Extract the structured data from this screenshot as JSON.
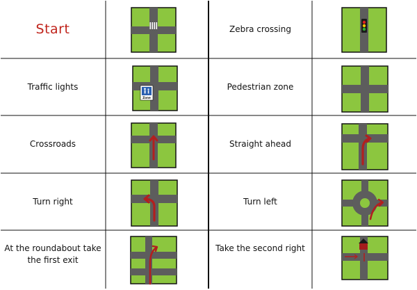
{
  "cards": [
    {
      "label": "Start",
      "icon": "road-crossing-with-zebra-stripes-icon"
    },
    {
      "label": "Zebra crossing",
      "icon": "road-with-traffic-light-icon"
    },
    {
      "label": "Traffic lights",
      "icon": "crossroads-with-pedestrian-zone-sign-icon",
      "sign_text": "Zone"
    },
    {
      "label": "Pedestrian zone",
      "icon": "crossroads-icon"
    },
    {
      "label": "Crossroads",
      "icon": "crossroads-straight-arrow-icon"
    },
    {
      "label": "Straight ahead",
      "icon": "crossroads-right-turn-arrow-icon"
    },
    {
      "label": "Turn right",
      "icon": "crossroads-left-turn-arrow-icon"
    },
    {
      "label": "Turn left",
      "icon": "roundabout-first-exit-icon"
    },
    {
      "label": "At the roundabout take the first exit",
      "icon": "two-side-roads-right-turn-icon"
    },
    {
      "label": "Take the second right",
      "icon": "road-with-house-arrow-icon"
    }
  ],
  "colors": {
    "grass": "#8cc63f",
    "road": "#5d5d5d",
    "arrow": "#b21f1f",
    "start_text": "#c0241c",
    "sign_blue": "#2a5fb0",
    "house_roof": "#1a1a1a",
    "house_wall": "#a31d1d"
  }
}
